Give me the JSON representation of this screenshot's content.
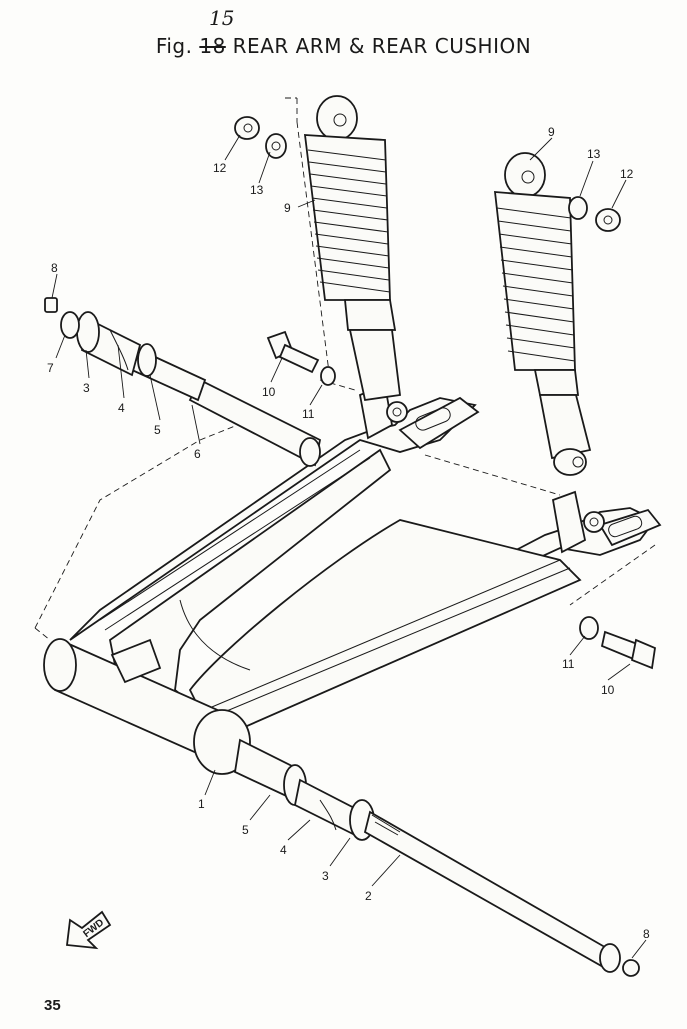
{
  "header": {
    "handwritten_number": "15",
    "title_prefix": "Fig.",
    "struck_number": "18",
    "title_text": "REAR ARM & REAR CUSHION"
  },
  "page_number": "35",
  "fwd_label": "FWD",
  "callouts": [
    "8",
    "7",
    "3",
    "4",
    "5",
    "6",
    "12",
    "13",
    "9",
    "10",
    "11",
    "9",
    "13",
    "12",
    "11",
    "10",
    "1",
    "5",
    "4",
    "3",
    "2",
    "8"
  ]
}
